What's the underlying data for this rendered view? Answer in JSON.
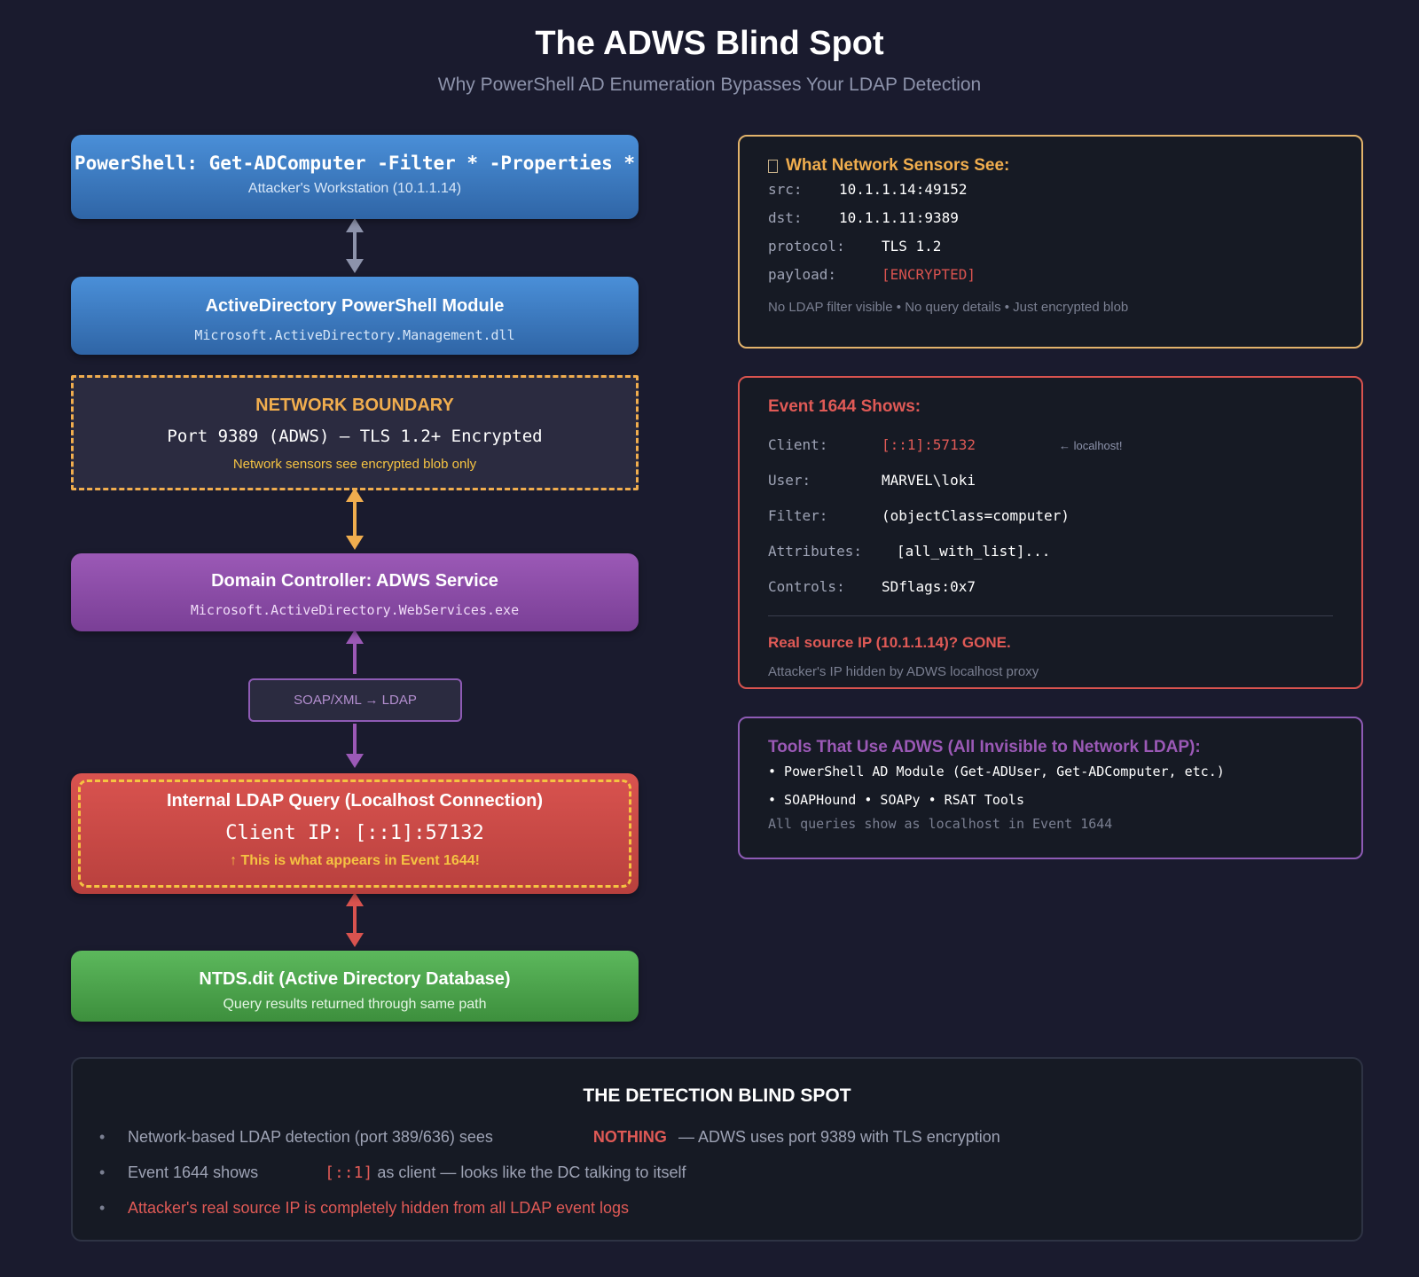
{
  "header": {
    "title": "The ADWS Blind Spot",
    "subtitle": "Why PowerShell AD Enumeration Bypasses Your LDAP Detection"
  },
  "flow": {
    "workstation": {
      "title": "PowerShell: Get-ADComputer -Filter * -Properties *",
      "subtitle": "Attacker's Workstation (10.1.1.14)"
    },
    "module": {
      "title": "ActiveDirectory PowerShell Module",
      "subtitle": "Microsoft.ActiveDirectory.Management.dll"
    },
    "boundary": {
      "title": "NETWORK BOUNDARY",
      "detail": "Port 9389 (ADWS) — TLS 1.2+ Encrypted",
      "subtitle": "Network sensors see encrypted blob only"
    },
    "dc": {
      "title": "Domain Controller: ADWS Service",
      "subtitle": "Microsoft.ActiveDirectory.WebServices.exe"
    },
    "translation": {
      "label": "SOAP/XML → LDAP"
    },
    "ldap": {
      "title": "Internal LDAP Query (Localhost Connection)",
      "detail": "Client IP: [::1]:57132",
      "subtitle": "↑ This is what appears in Event 1644!"
    },
    "ntds": {
      "title": "NTDS.dit (Active Directory Database)",
      "subtitle": "Query results returned through same path"
    },
    "arrow_colors": {
      "gray": "#8d93ab",
      "orange": "#f0ad4e",
      "purple": "#9b59b6",
      "red": "#d9534f"
    }
  },
  "network_panel": {
    "icon": "missing-glyph-icon",
    "title": "What Network Sensors See:",
    "rows": [
      {
        "key": "src:",
        "value": "10.1.1.14:49152"
      },
      {
        "key": "dst:",
        "value": "10.1.1.11:9389"
      },
      {
        "key": "protocol:",
        "value": "TLS 1.2"
      },
      {
        "key": "payload:",
        "value": "[ENCRYPTED]"
      }
    ],
    "note": "No LDAP filter visible • No query details • Just encrypted blob"
  },
  "event_panel": {
    "title": "Event 1644 Shows:",
    "rows": [
      {
        "key": "Client:",
        "value": "[::1]:57132",
        "hint": "← localhost!"
      },
      {
        "key": "User:",
        "value": "MARVEL\\loki"
      },
      {
        "key": "Filter:",
        "value": "(objectClass=computer)"
      },
      {
        "key": "Attributes:",
        "value": "[all_with_list]..."
      },
      {
        "key": "Controls:",
        "value": "SDflags:0x7"
      }
    ],
    "warning": "Real source IP (10.1.1.14)? GONE.",
    "note": "Attacker's IP hidden by ADWS localhost proxy"
  },
  "tools_panel": {
    "title": "Tools That Use ADWS (All Invisible to Network LDAP):",
    "items": [
      "• PowerShell AD Module (Get-ADUser, Get-ADComputer, etc.)",
      "• SOAPHound • SOAPy • RSAT Tools"
    ],
    "note": "All queries show as localhost in Event 1644"
  },
  "blind_spot": {
    "title": "THE DETECTION BLIND SPOT",
    "bullets": [
      {
        "before": "Network-based LDAP detection (port 389/636) sees",
        "highlight": "NOTHING",
        "after": " — ADWS uses port 9389 with TLS encryption"
      },
      {
        "before": "Event 1644 shows",
        "highlight": "[::1]",
        "after": " as client — looks like the DC talking to itself"
      },
      {
        "text": "Attacker's real source IP is completely hidden from all LDAP event logs"
      }
    ],
    "bullet_char": "•"
  },
  "colors": {
    "background": "#1a1b2e",
    "blue": "#4a8fd8",
    "purple": "#9b59b6",
    "red": "#d9534f",
    "green": "#5cb85c",
    "orange": "#f0ad4e",
    "yellow": "#f5c342"
  }
}
